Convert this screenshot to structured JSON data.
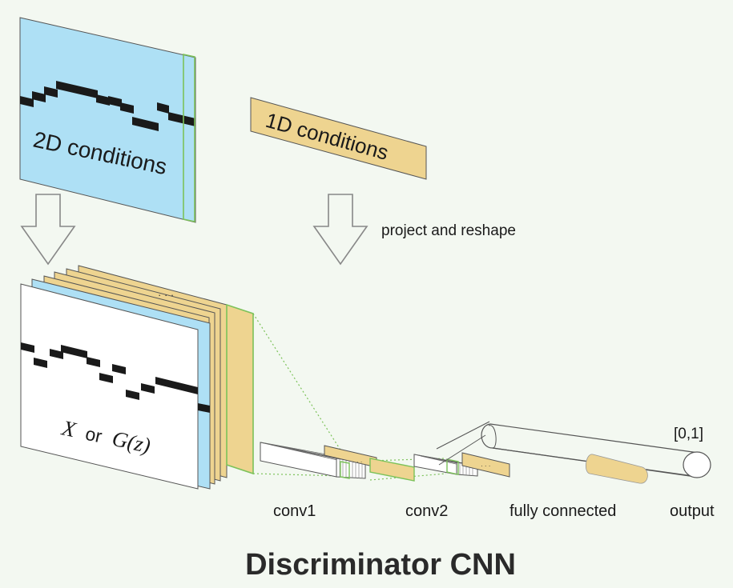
{
  "labels": {
    "cond2d": "2D conditions",
    "cond1d": "1D conditions",
    "project": "project and reshape",
    "input_x": "X",
    "input_or": "or",
    "input_gz": "G(z)",
    "dots": "· · ·",
    "range": "[0,1]",
    "conv1": "conv1",
    "conv2": "conv2",
    "fc": "fully connected",
    "output": "output"
  },
  "title": "Discriminator CNN",
  "colors": {
    "background": "#f3f8f1",
    "blue": "#aee0f5",
    "tan": "#eed490",
    "green": "#7cc25a",
    "note": "#1a1a1a"
  }
}
